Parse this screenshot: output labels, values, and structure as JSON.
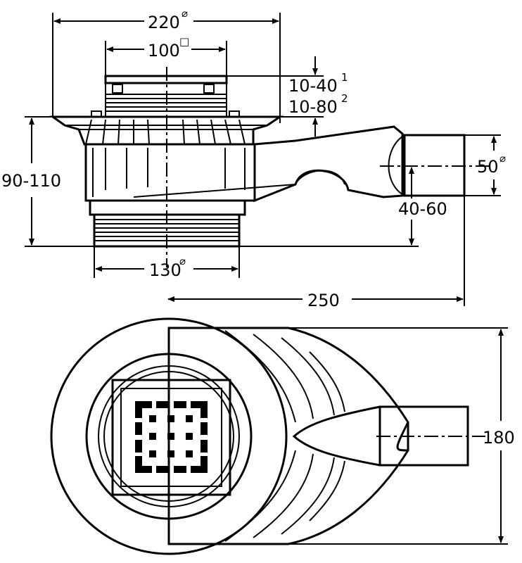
{
  "side_view": {
    "dim_top_diameter": "220",
    "dim_top_diameter_sup": "⌀",
    "dim_grate": "100",
    "dim_grate_sup": "□",
    "dim_adjust_1": "10-40",
    "dim_adjust_1_sup": "1",
    "dim_adjust_2": "10-80",
    "dim_adjust_2_sup": "2",
    "dim_height": "90-110",
    "dim_outlet": "50",
    "dim_outlet_sup": "⌀",
    "dim_outlet_height": "40-60",
    "dim_base_diameter": "130",
    "dim_base_diameter_sup": "⌀",
    "dim_length": "250"
  },
  "top_view": {
    "dim_width": "180"
  }
}
